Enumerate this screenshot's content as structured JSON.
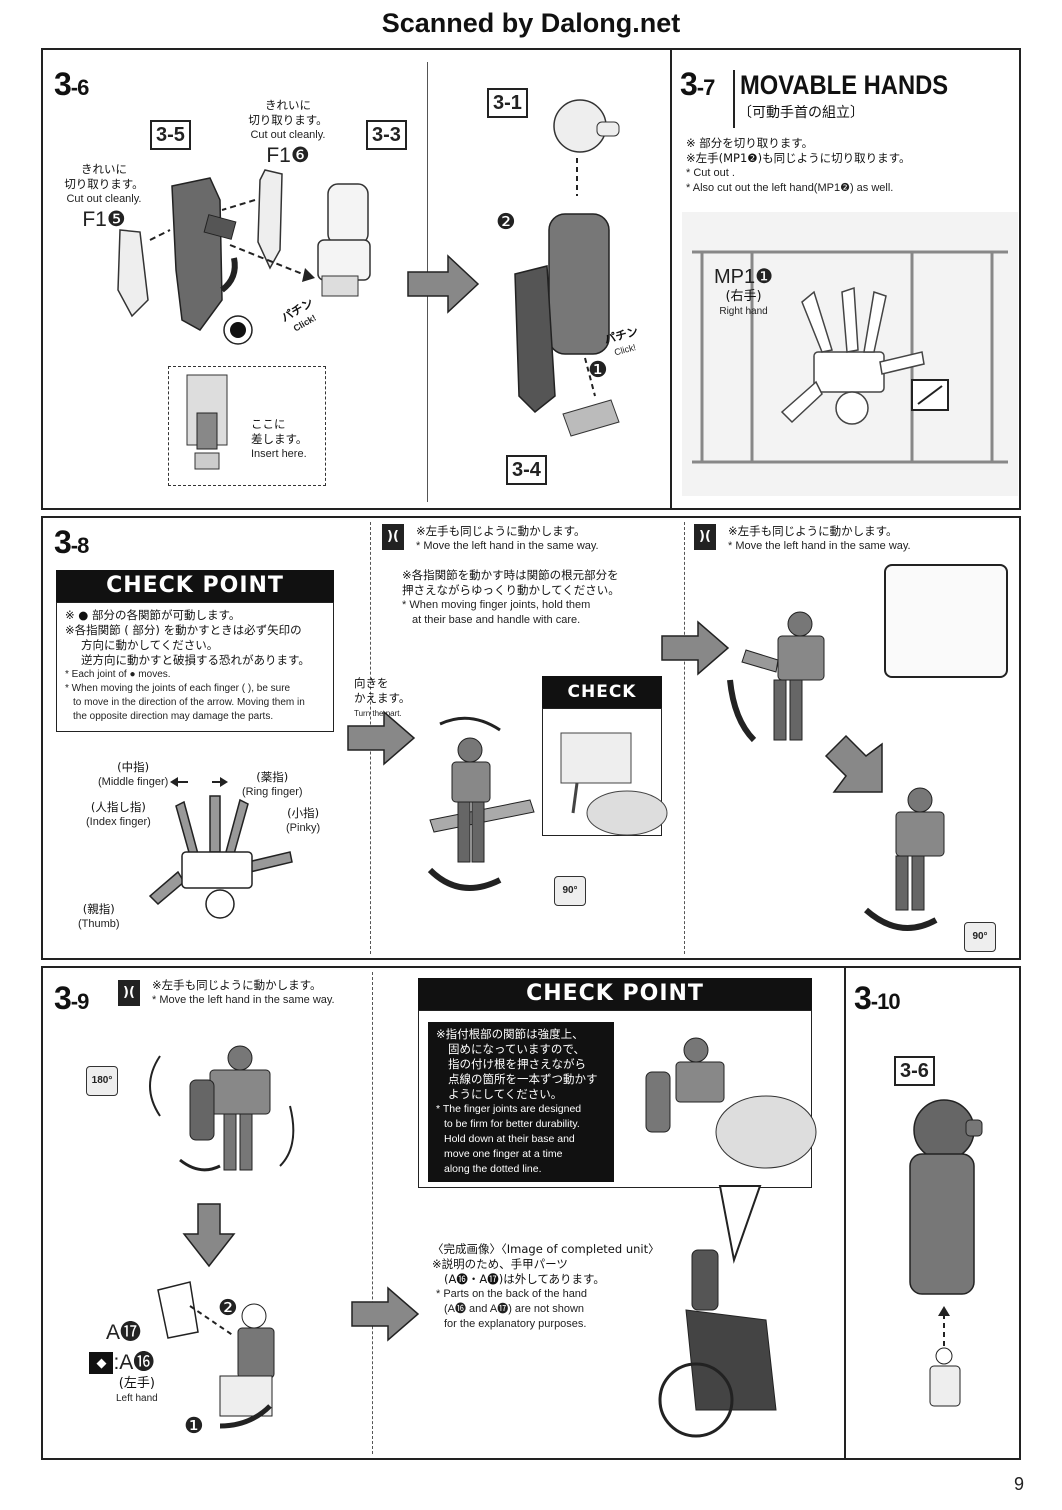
{
  "header": "Scanned by Dalong.net",
  "page_number": "9",
  "step_3_6": {
    "num_main": "3",
    "num_sub": "-6",
    "tag_left": "3-5",
    "tag_right": "3-3",
    "cut_left_jp1": "きれいに",
    "cut_left_jp2": "切り取ります。",
    "cut_left_en": "Cut out cleanly.",
    "part_left": "F1❺",
    "cut_right_jp1": "きれいに",
    "cut_right_jp2": "切り取ります。",
    "cut_right_en": "Cut out cleanly.",
    "part_right": "F1❻",
    "click_jp": "パチン",
    "click_en": "Click!",
    "insert_jp1": "ここに",
    "insert_jp2": "差します。",
    "insert_en": "Insert here."
  },
  "step_3_6b": {
    "tag_top": "3-1",
    "tag_bottom": "3-4",
    "click_jp": "パチン",
    "click_en": "Click!",
    "marker1": "❷",
    "marker2": "❶"
  },
  "step_3_7": {
    "num_main": "3",
    "num_sub": "-7",
    "title": "MOVABLE HANDS",
    "subtitle": "〔可動手首の組立〕",
    "note_jp1": "※ 部分を切り取ります。",
    "note_jp2": "※左手(MP1❷)も同じように切り取ります。",
    "note_en1": "* Cut out .",
    "note_en2": "* Also cut out the left hand(MP1❷) as well.",
    "part_label": "MP1❶",
    "part_jp": "(右手)",
    "part_en": "Right hand"
  },
  "step_3_8": {
    "num_main": "3",
    "num_sub": "-8",
    "checkpoint_title": "CHECK POINT",
    "cp_jp1": "※ ● 部分の各関節が可動します。",
    "cp_jp2": "※各指関節 ( 部分) を動かすときは必ず矢印の",
    "cp_jp3": "方向に動かしてください。",
    "cp_jp4": "逆方向に動かすと破損する恐れがあります。",
    "cp_en1": "* Each joint of ● moves.",
    "cp_en2": "* When moving the joints of each finger ( ), be sure",
    "cp_en3": "to move in the direction of the arrow. Moving them in",
    "cp_en4": "the opposite direction may damage the parts.",
    "middle_jp": "(中指)",
    "middle_en": "(Middle finger)",
    "ring_jp": "(薬指)",
    "ring_en": "(Ring finger)",
    "index_jp": "(人指し指)",
    "index_en": "(Index finger)",
    "pinky_jp": "(小指)",
    "pinky_en": "(Pinky)",
    "thumb_jp": "(親指)",
    "thumb_en": "(Thumb)"
  },
  "step_3_8b": {
    "note_jp": "※左手も同じように動かします。",
    "note_en": "* Move the left hand in the same way.",
    "note2_jp1": "※各指関節を動かす時は関節の根元部分を",
    "note2_jp2": "押さえながらゆっくり動かしてください。",
    "note2_en1": "* When moving finger joints, hold them",
    "note2_en2": "at their base and handle with care.",
    "turn_jp1": "向きを",
    "turn_jp2": "かえます。",
    "turn_en": "Turn the part.",
    "checkpoint_title": "CHECK POINT",
    "rot": "90°"
  },
  "step_3_8c": {
    "note_jp": "※左手も同じように動かします。",
    "note_en": "* Move the left hand in the same way.",
    "rot": "90°"
  },
  "step_3_9": {
    "num_main": "3",
    "num_sub": "-9",
    "note_jp": "※左手も同じように動かします。",
    "note_en": "* Move the left hand in the same way.",
    "rot": "180°",
    "part_a17": "A⓱",
    "part_a16": ":A⓰",
    "left_jp": "(左手)",
    "left_en": "Left hand",
    "marker2": "❷",
    "marker1": "❶"
  },
  "step_3_9b": {
    "checkpoint_title": "CHECK POINT",
    "cp_jp1": "※指付根部の関節は強度上、",
    "cp_jp2": "固めになっていますので、",
    "cp_jp3": "指の付け根を押さえながら",
    "cp_jp4": "点線の箇所を一本ずつ動かす",
    "cp_jp5": "ようにしてください。",
    "cp_en1": "* The finger joints are designed",
    "cp_en2": "to be firm for better durability.",
    "cp_en3": "Hold down at their base and",
    "cp_en4": "move one finger at a time",
    "cp_en5": "along the dotted line.",
    "complete_jp": "〈完成画像〉〈Image of completed unit〉",
    "complete_jp2": "※説明のため、手甲パーツ",
    "complete_jp3": "(A⓰・A⓱)は外してあります。",
    "complete_en1": "* Parts on the back of the hand",
    "complete_en2": "(A⓰ and A⓱) are not shown",
    "complete_en3": "for the explanatory purposes."
  },
  "step_3_10": {
    "num_main": "3",
    "num_sub": "-10",
    "tag": "3-6"
  }
}
